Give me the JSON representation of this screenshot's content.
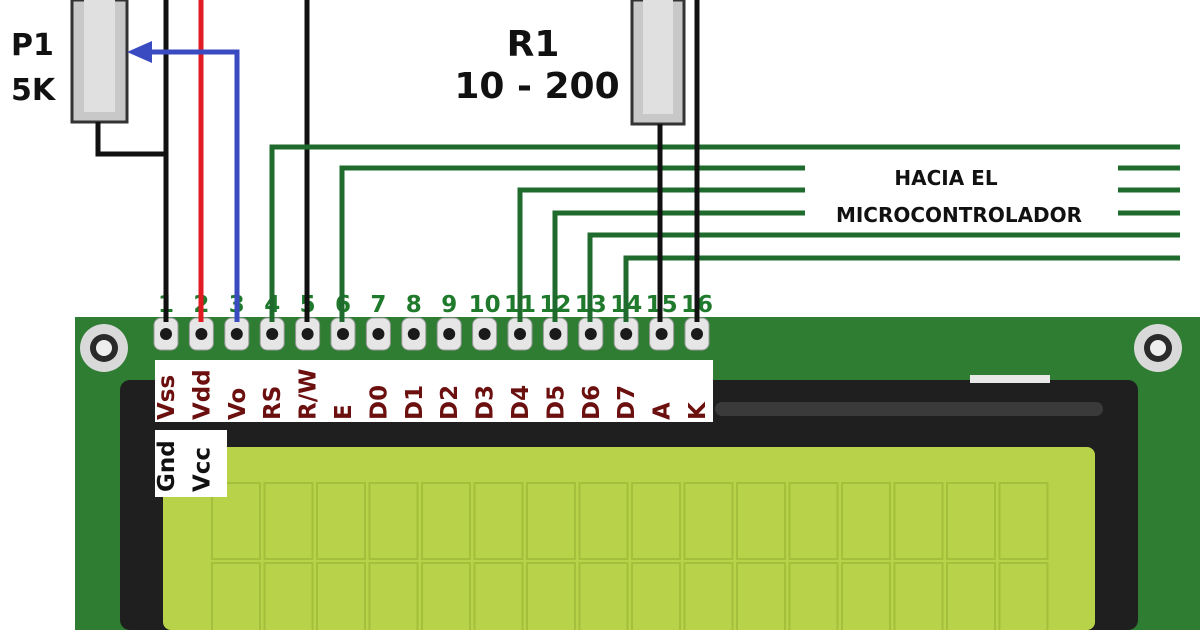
{
  "colors": {
    "wire_black": "#000000",
    "wire_red": "#e21b23",
    "wire_blue": "#3a4bc1",
    "wire_green": "#1f6b2e",
    "pcb_green": "#2e7d32",
    "bezel": "#1f1f1f",
    "lcd_screen": "#b8d24a",
    "lcd_grid": "#a3bf3b",
    "pin_number": "#1f7a2c",
    "pin_name": "#6b0f0f",
    "component_body": "#c8c8c8"
  },
  "potentiometer": {
    "name": "P1",
    "value": "5K"
  },
  "resistor": {
    "name": "R1",
    "value": "10 - 200"
  },
  "mcu_label": {
    "line1": "HACIA EL",
    "line2": "MICROCONTROLADOR"
  },
  "pins": [
    {
      "number": "1",
      "name": "Vss",
      "alias": "Gnd",
      "wire": "black"
    },
    {
      "number": "2",
      "name": "Vdd",
      "alias": "Vcc",
      "wire": "red"
    },
    {
      "number": "3",
      "name": "Vo",
      "wire": "blue"
    },
    {
      "number": "4",
      "name": "RS",
      "wire": "green"
    },
    {
      "number": "5",
      "name": "R/W",
      "wire": "black"
    },
    {
      "number": "6",
      "name": "E",
      "wire": "green"
    },
    {
      "number": "7",
      "name": "D0"
    },
    {
      "number": "8",
      "name": "D1"
    },
    {
      "number": "9",
      "name": "D2"
    },
    {
      "number": "10",
      "name": "D3"
    },
    {
      "number": "11",
      "name": "D4",
      "wire": "green"
    },
    {
      "number": "12",
      "name": "D5",
      "wire": "green"
    },
    {
      "number": "13",
      "name": "D6",
      "wire": "green"
    },
    {
      "number": "14",
      "name": "D7",
      "wire": "green"
    },
    {
      "number": "15",
      "name": "A",
      "wire": "black"
    },
    {
      "number": "16",
      "name": "K",
      "wire": "black"
    }
  ]
}
